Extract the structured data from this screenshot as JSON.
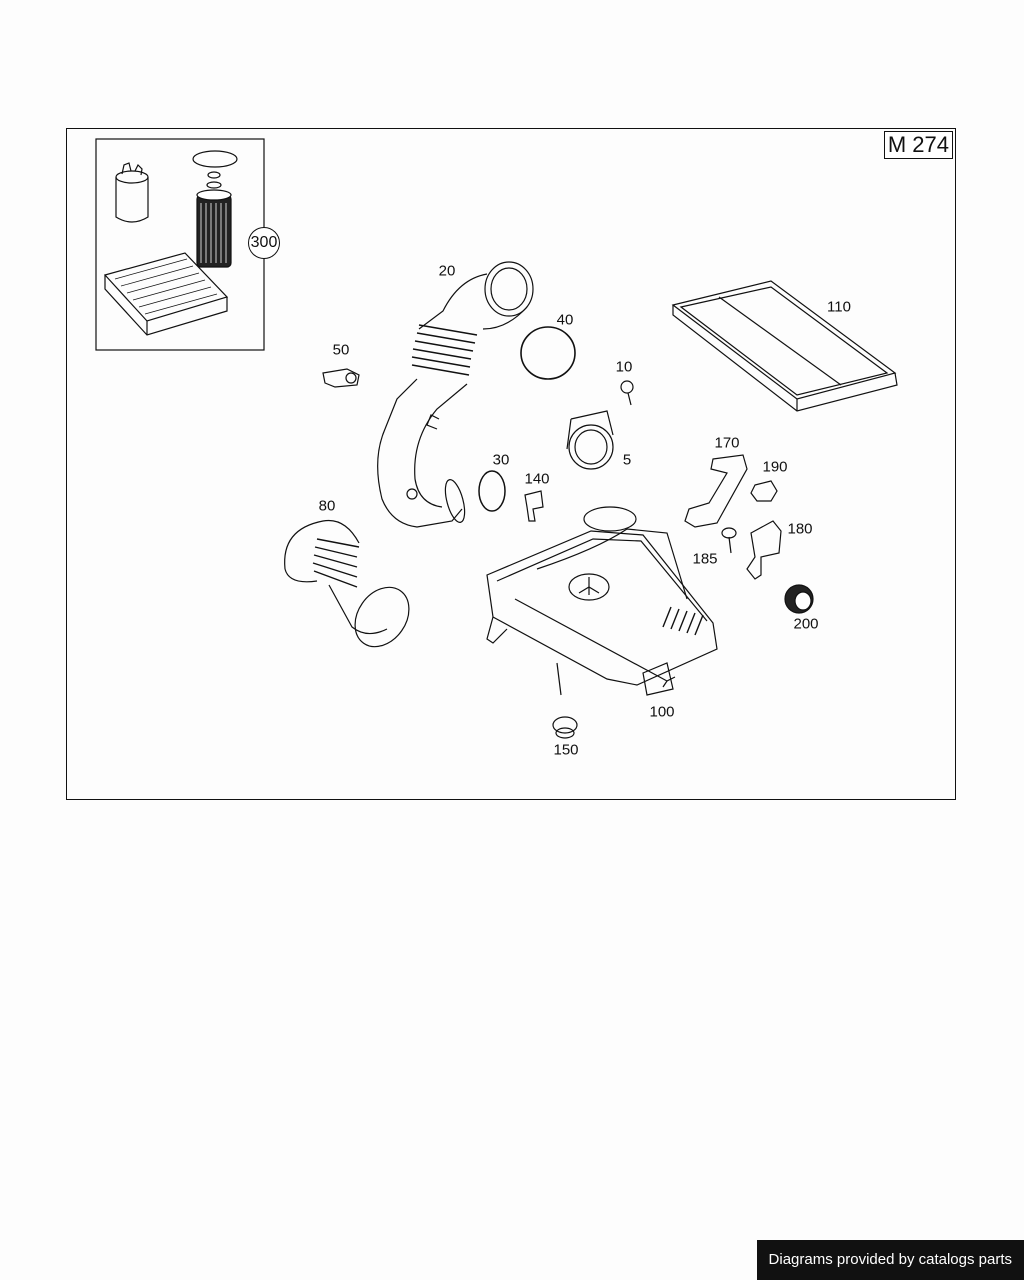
{
  "engine_code": "M 274",
  "footer": {
    "credit": "Diagrams provided by catalogs parts"
  },
  "callouts": {
    "c5": "5",
    "c10": "10",
    "c20": "20",
    "c30": "30",
    "c40": "40",
    "c50": "50",
    "c80": "80",
    "c100": "100",
    "c110": "110",
    "c140": "140",
    "c150": "150",
    "c170": "170",
    "c180": "180",
    "c185": "185",
    "c190": "190",
    "c200": "200",
    "c300": "300"
  }
}
